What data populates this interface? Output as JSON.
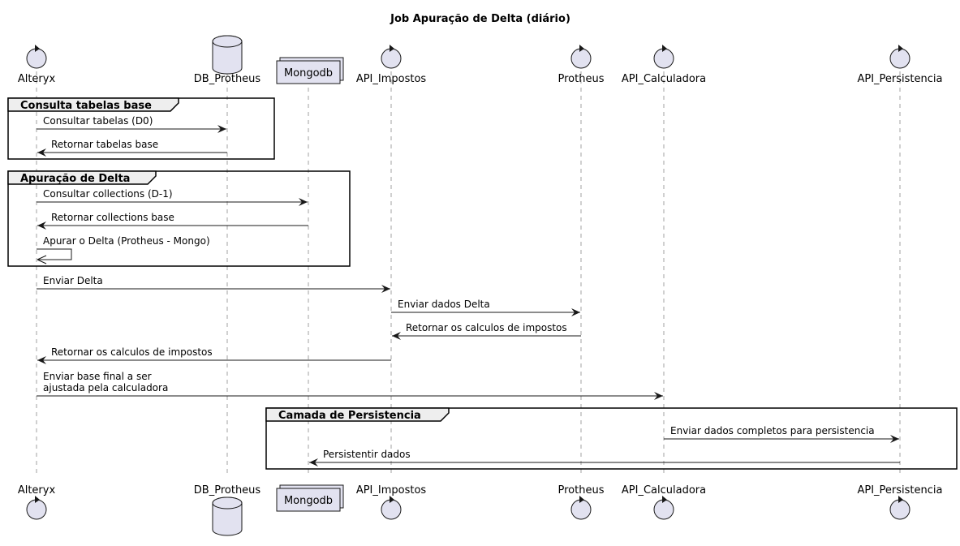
{
  "title": "Job Apuração de Delta (diário)",
  "participants": [
    {
      "id": "alteryx",
      "label": "Alteryx",
      "kind": "control"
    },
    {
      "id": "db",
      "label": "DB_Protheus",
      "kind": "database"
    },
    {
      "id": "mongo",
      "label": "Mongodb",
      "kind": "collections"
    },
    {
      "id": "impostos",
      "label": "API_Impostos",
      "kind": "control"
    },
    {
      "id": "protheus",
      "label": "Protheus",
      "kind": "control"
    },
    {
      "id": "calc",
      "label": "API_Calculadora",
      "kind": "control"
    },
    {
      "id": "persist",
      "label": "API_Persistencia",
      "kind": "control"
    }
  ],
  "groups": [
    {
      "label": "Consulta tabelas base"
    },
    {
      "label": "Apuração de Delta"
    },
    {
      "label": "Camada de Persistencia"
    }
  ],
  "messages": [
    {
      "from": "alteryx",
      "to": "db",
      "lines": [
        "Consultar tabelas (D0)"
      ]
    },
    {
      "from": "db",
      "to": "alteryx",
      "lines": [
        "Retornar tabelas base"
      ]
    },
    {
      "from": "alteryx",
      "to": "mongo",
      "lines": [
        "Consultar collections (D-1)"
      ]
    },
    {
      "from": "mongo",
      "to": "alteryx",
      "lines": [
        "Retornar collections base"
      ]
    },
    {
      "from": "alteryx",
      "to": "alteryx",
      "lines": [
        "Apurar o Delta (Protheus - Mongo)"
      ]
    },
    {
      "from": "alteryx",
      "to": "impostos",
      "lines": [
        "Enviar Delta"
      ]
    },
    {
      "from": "impostos",
      "to": "protheus",
      "lines": [
        "Enviar dados Delta"
      ]
    },
    {
      "from": "protheus",
      "to": "impostos",
      "lines": [
        "Retornar os calculos de impostos"
      ]
    },
    {
      "from": "impostos",
      "to": "alteryx",
      "lines": [
        "Retornar os calculos de impostos"
      ]
    },
    {
      "from": "alteryx",
      "to": "calc",
      "lines": [
        "Enviar base final a ser",
        "ajustada pela calculadora"
      ]
    },
    {
      "from": "calc",
      "to": "persist",
      "lines": [
        "Enviar dados completos para persistencia"
      ]
    },
    {
      "from": "persist",
      "to": "mongo",
      "lines": [
        "Persistentir dados"
      ]
    }
  ]
}
